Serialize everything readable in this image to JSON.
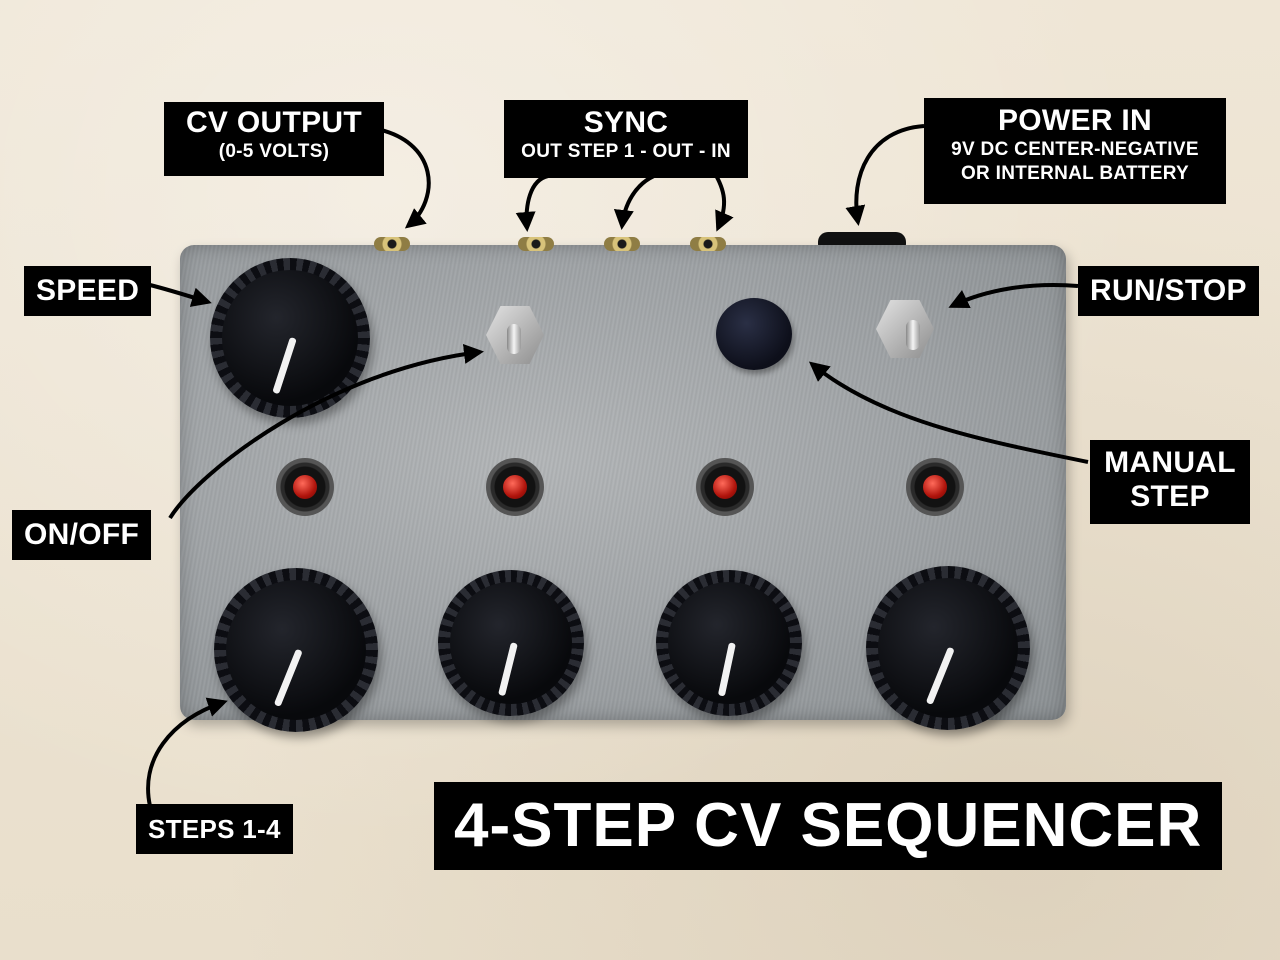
{
  "labels": {
    "cv_output": {
      "main": "CV OUTPUT",
      "sub": "(0-5 VOLTS)"
    },
    "sync": {
      "main": "SYNC",
      "sub": "OUT STEP 1 - OUT - IN"
    },
    "power_in": {
      "main": "POWER IN",
      "sub1": "9V DC CENTER-NEGATIVE",
      "sub2": "OR INTERNAL BATTERY"
    },
    "speed": "SPEED",
    "run_stop": "RUN/STOP",
    "on_off": "ON/OFF",
    "manual_step": {
      "line1": "MANUAL",
      "line2": "STEP"
    },
    "steps": "STEPS 1-4",
    "title": "4-STEP CV SEQUENCER"
  },
  "colors": {
    "label_bg": "#000000",
    "label_text": "#ffffff",
    "enclosure": "#a3a7aa",
    "knob": "#0d0e13",
    "led": "#c0180e",
    "background": "#ece2d0"
  },
  "icons": [
    "knob-icon",
    "led-icon",
    "toggle-switch-icon",
    "push-button-icon",
    "jack-icon",
    "arrow-icon"
  ]
}
